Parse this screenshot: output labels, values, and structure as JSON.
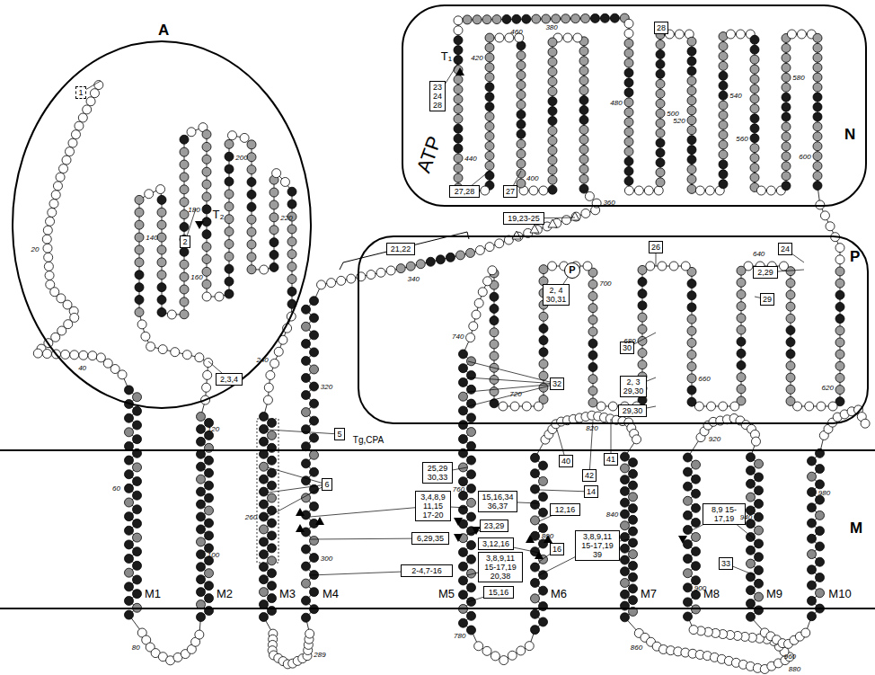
{
  "diagram": {
    "nodes": [
      {
        "text": [
          "A"
        ]
      },
      {
        "text": [
          "1"
        ],
        "in": 0
      },
      {
        "text": [
          "2"
        ],
        "in": 0
      },
      {
        "text": [
          "2,3,4"
        ],
        "in": 0
      },
      {
        "text": [
          "N"
        ]
      },
      {
        "text": [
          "23 24 28"
        ],
        "in": 4
      },
      {
        "text": [
          "27,28"
        ],
        "in": 4
      },
      {
        "text": [
          "27"
        ],
        "in": 4
      },
      {
        "text": [
          "28"
        ],
        "in": 4
      },
      {
        "text": [
          "19,23-25"
        ]
      },
      {
        "text": [
          "P"
        ]
      },
      {
        "text": [
          "21,22"
        ],
        "in": 10
      },
      {
        "text": [
          "26"
        ],
        "in": 10
      },
      {
        "text": [
          "2,29"
        ],
        "in": 10
      },
      {
        "text": [
          "P"
        ],
        "in": 10
      },
      {
        "text": [
          "2, 4 30,31"
        ],
        "in": 10
      },
      {
        "text": [
          "24"
        ],
        "in": 10
      },
      {
        "text": [
          "29"
        ],
        "in": 10
      },
      {
        "text": [
          "30"
        ],
        "in": 10
      },
      {
        "text": [
          "32"
        ],
        "in": 10
      },
      {
        "text": [
          "2, 3 29,30"
        ],
        "in": 10
      },
      {
        "text": [
          "29,30"
        ],
        "in": 10
      },
      {
        "text": [
          "5"
        ]
      },
      {
        "text": [
          "M"
        ]
      },
      {
        "text": [
          "6"
        ],
        "in": 23
      },
      {
        "text": [
          "25,29 30,33"
        ],
        "in": 23
      },
      {
        "text": [
          "3,4,8,9 11,15 17-20"
        ],
        "in": 23
      },
      {
        "text": [
          "15,16,34 36,37"
        ],
        "in": 23
      },
      {
        "text": [
          "14"
        ],
        "in": 23
      },
      {
        "text": [
          "23,29"
        ],
        "in": 23
      },
      {
        "text": [
          "6,29,35"
        ],
        "in": 23
      },
      {
        "text": [
          "12,16"
        ],
        "in": 23
      },
      {
        "text": [
          "8,9 15-17,19"
        ],
        "in": 23
      },
      {
        "text": [
          "40"
        ],
        "in": 23
      },
      {
        "text": [
          "41"
        ],
        "in": 23
      },
      {
        "text": [
          "42"
        ],
        "in": 23
      },
      {
        "text": [
          "2-4,7-16"
        ],
        "in": 23
      },
      {
        "text": [
          "3,12,16"
        ],
        "in": 23
      },
      {
        "text": [
          "16"
        ],
        "in": 23
      },
      {
        "text": [
          "3,8,9,11 15-17,19 20,38"
        ],
        "in": 23
      },
      {
        "text": [
          "3,8,9,11 15-17,19 39"
        ],
        "in": 23
      },
      {
        "text": [
          "15,16"
        ],
        "in": 23
      },
      {
        "text": [
          "33"
        ],
        "in": 23
      }
    ],
    "labels": [
      "M1",
      "M2",
      "M3",
      "M4",
      "M5",
      "M6",
      "M7",
      "M8",
      "M9",
      "M10",
      "T₁",
      "T₂",
      "ATP",
      "Tg,CPA",
      "20",
      "40",
      "60",
      "80",
      "100",
      "120",
      "140",
      "160",
      "180",
      "200",
      "220",
      "240",
      "260",
      "289",
      "300",
      "320",
      "340",
      "360",
      "380",
      "400",
      "420",
      "440",
      "460",
      "480",
      "500",
      "520",
      "540",
      "560",
      "580",
      "600",
      "620",
      "640",
      "660",
      "680",
      "700",
      "720",
      "740",
      "760",
      "780",
      "800",
      "820",
      "840",
      "860",
      "880",
      "900",
      "920",
      "940",
      "960",
      "980"
    ]
  }
}
